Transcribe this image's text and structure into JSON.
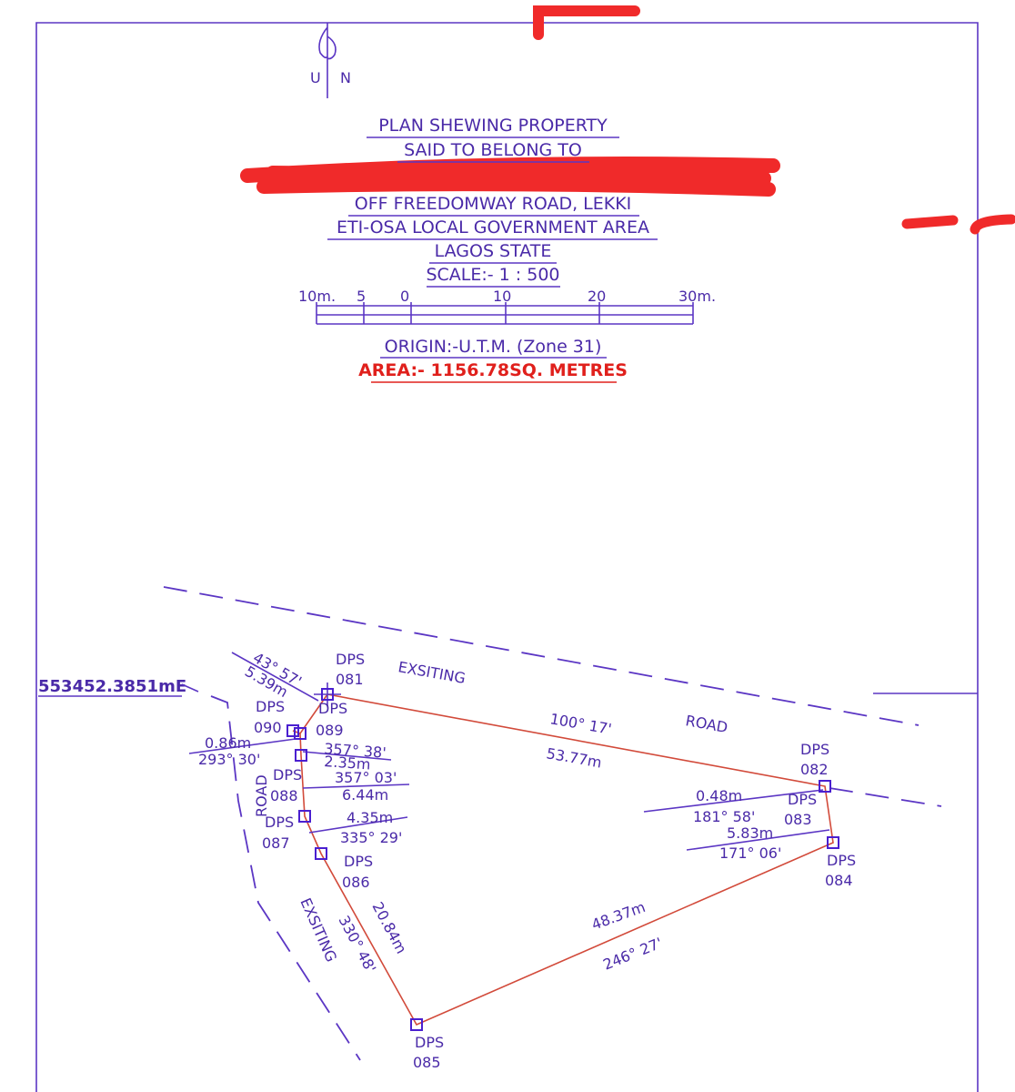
{
  "north_arrow": {
    "u": "U",
    "n": "N"
  },
  "title": {
    "line1": "PLAN  SHEWING  PROPERTY",
    "line2": "SAID  TO BELONG TO",
    "line4": "OFF FREEDOMWAY ROAD, LEKKI",
    "line5": "ETI-OSA LOCAL GOVERNMENT AREA",
    "line6": "LAGOS  STATE",
    "scale": "SCALE:- 1 : 500"
  },
  "scale_bar": {
    "labels": [
      "10m.",
      "5",
      "0",
      "10",
      "20",
      "30m."
    ]
  },
  "origin": "ORIGIN:-U.T.M. (Zone 31)",
  "area": "AREA:- 1156.78SQ. METRES",
  "easting": "553452.3851mE",
  "roads": {
    "top_1": "EXSITING",
    "top_2": "ROAD",
    "left_1": "EXSITING",
    "left_2": "ROAD"
  },
  "points": {
    "p081": [
      "DPS",
      "081"
    ],
    "p082": [
      "DPS",
      "082"
    ],
    "p083": [
      "DPS",
      "083"
    ],
    "p084": [
      "DPS",
      "084"
    ],
    "p085": [
      "DPS",
      "085"
    ],
    "p086": [
      "DPS",
      "086"
    ],
    "p087": [
      "DPS",
      "087"
    ],
    "p088": [
      "DPS",
      "088"
    ],
    "p089": [
      "DPS",
      "089"
    ],
    "p090": [
      "DPS",
      "090"
    ]
  },
  "legs": {
    "l081_082": {
      "bearing": "100° 17'",
      "distance": "53.77m"
    },
    "l082_083": {
      "distance": "0.48m",
      "bearing": "181° 58'"
    },
    "l083_084": {
      "distance": "5.83m",
      "bearing": "171° 06'"
    },
    "l084_085": {
      "distance": "48.37m",
      "bearing": "246° 27'"
    },
    "l085_086": {
      "distance": "20.84m",
      "bearing": "330° 48'"
    },
    "l086_087": {
      "distance": "4.35m",
      "bearing": "335° 29'"
    },
    "l087_088": {
      "bearing": "357° 03'",
      "distance": "6.44m"
    },
    "l088_089": {
      "bearing": "357° 38'",
      "distance": "2.35m"
    },
    "l089_090": {
      "distance": "0.86m",
      "bearing": "293° 30'"
    },
    "l090_081": {
      "bearing": "43° 57'",
      "distance": "5.39m"
    }
  },
  "colors": {
    "ink": "#5b36c4",
    "boundary": "#d24a3a",
    "area": "#e0201c",
    "redaction": "#f02a2a"
  }
}
